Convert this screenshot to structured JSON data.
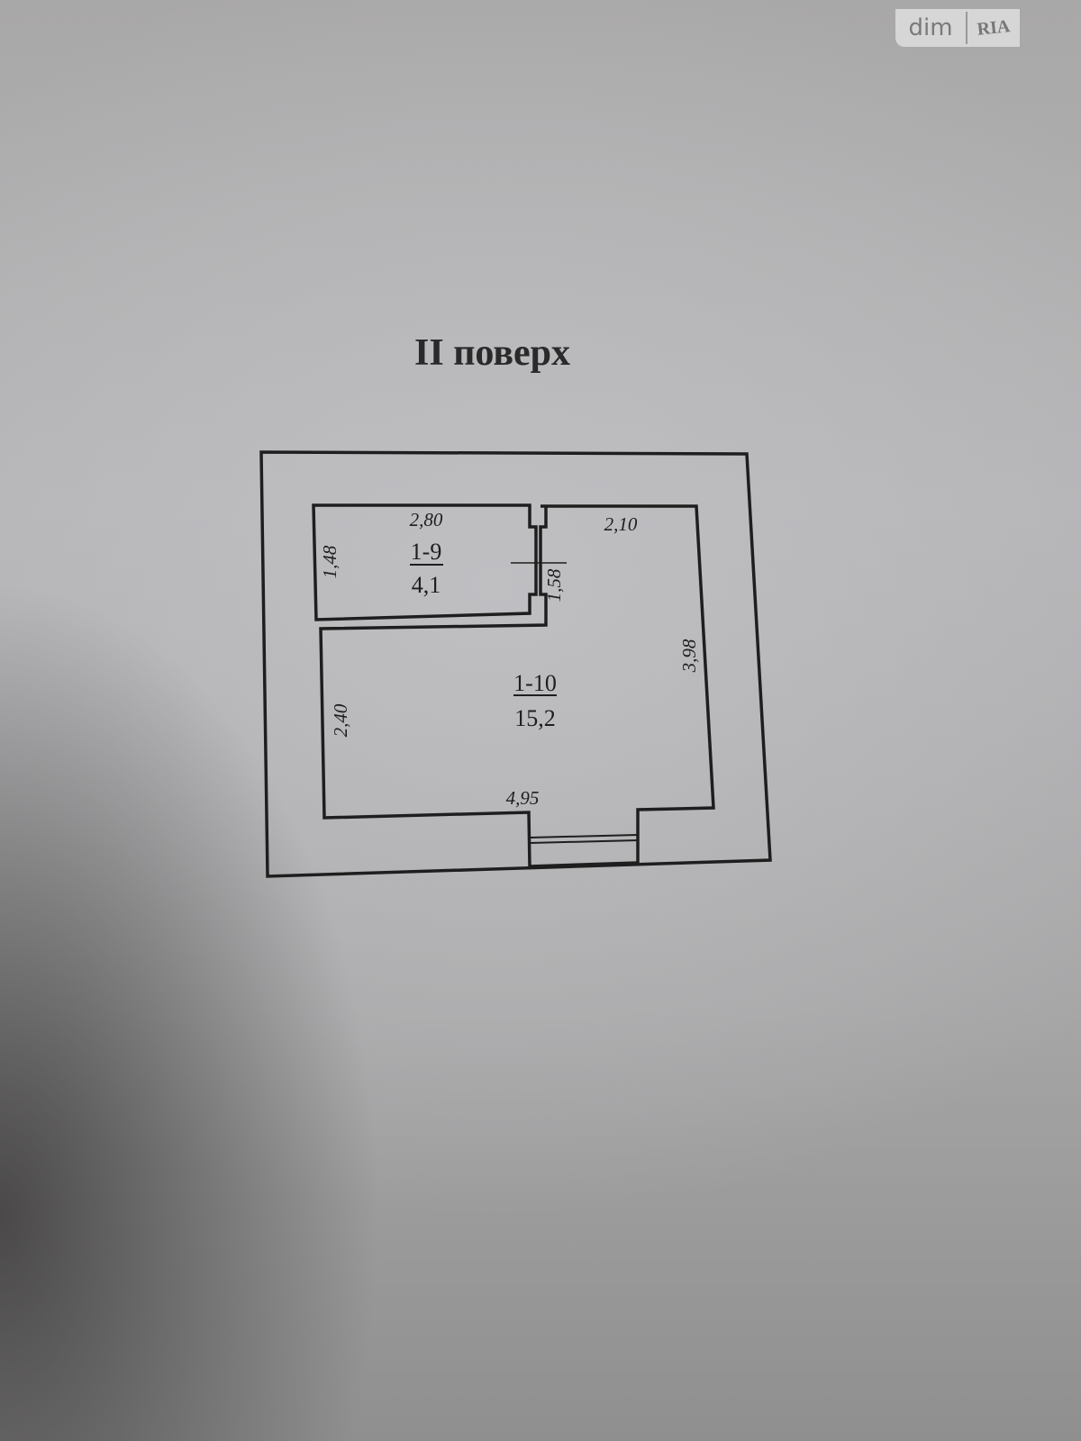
{
  "title": "II поверх",
  "watermark": {
    "left": "dim",
    "right": "RIA"
  },
  "rooms": [
    {
      "id": "1-9",
      "area": "4,1"
    },
    {
      "id": "1-10",
      "area": "15,2"
    }
  ],
  "dimensions": {
    "room_1_9_width": "2,80",
    "room_1_9_height": "1,48",
    "passage_width": "1,58",
    "room_1_10_top": "2,10",
    "room_1_10_right": "3,98",
    "room_1_10_left": "2,40",
    "room_1_10_bottom": "4,95"
  },
  "colors": {
    "line": "#1e1e1e",
    "paper": "#b8b8ba"
  }
}
